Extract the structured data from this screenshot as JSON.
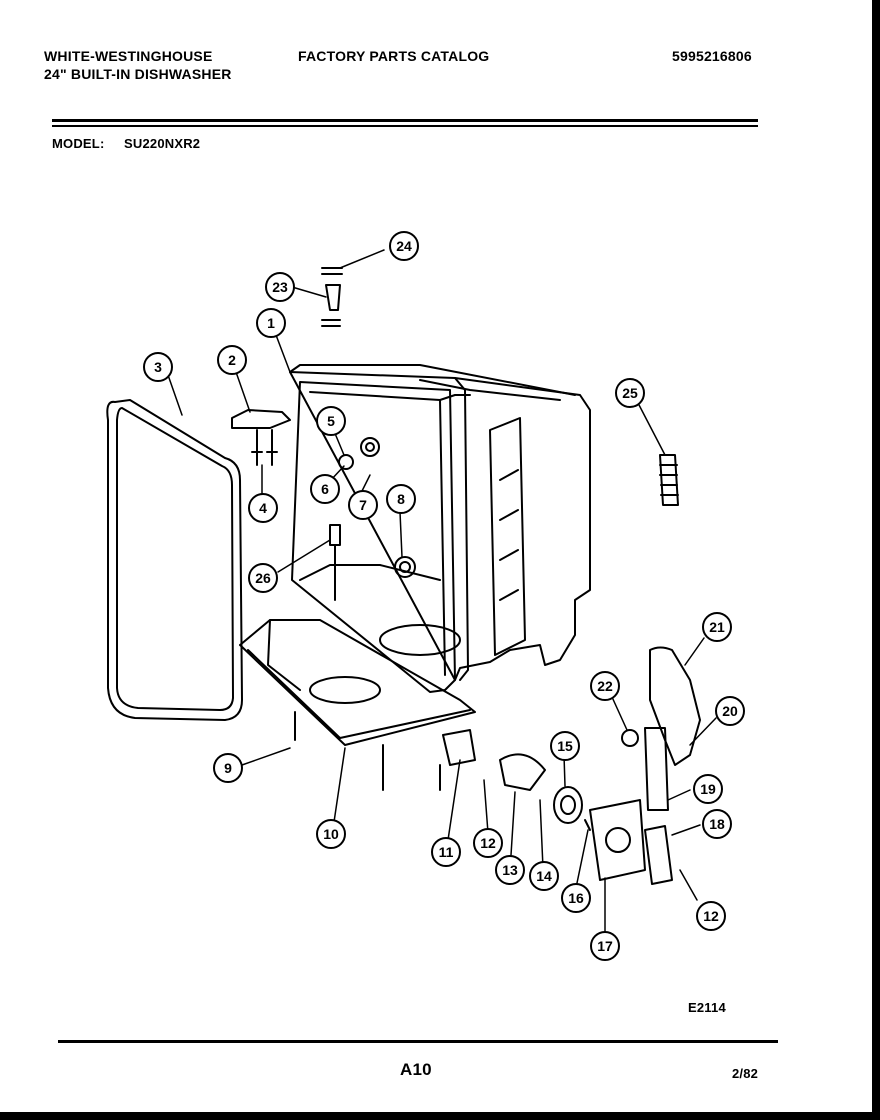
{
  "header": {
    "brand": "WHITE-WESTINGHOUSE",
    "product": "24\" BUILT-IN DISHWASHER",
    "catalog": "FACTORY PARTS CATALOG",
    "catalog_number": "5995216806",
    "model_label": "MODEL:",
    "model_number": "SU220NXR2"
  },
  "diagram": {
    "callouts": [
      "1",
      "2",
      "3",
      "4",
      "5",
      "6",
      "7",
      "8",
      "9",
      "10",
      "11",
      "12",
      "13",
      "14",
      "15",
      "16",
      "17",
      "18",
      "19",
      "20",
      "21",
      "22",
      "12",
      "23",
      "24",
      "25",
      "26"
    ]
  },
  "footer": {
    "figure_code": "E2114",
    "page": "A10",
    "date": "2/82"
  }
}
